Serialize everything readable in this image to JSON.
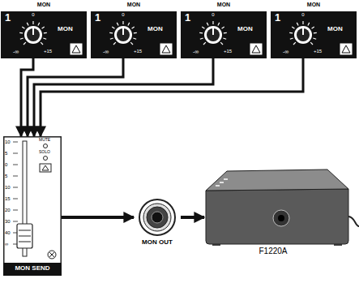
{
  "diagram": {
    "nodes": [
      {
        "text": [
          "MON",
          "1",
          "0",
          "-∞",
          "+15",
          "MON"
        ]
      },
      {
        "text": [
          "MON",
          "1",
          "0",
          "-∞",
          "+15",
          "MON"
        ]
      },
      {
        "text": [
          "MON",
          "1",
          "0",
          "-∞",
          "+15",
          "MON"
        ]
      },
      {
        "text": [
          "MON",
          "1",
          "0",
          "-∞",
          "+15",
          "MON"
        ]
      },
      {
        "text": [
          "10",
          "5",
          "0",
          "5",
          "10",
          "15",
          "20",
          "30",
          "40",
          "∞",
          "MUTE",
          "SOLO",
          "MON SEND"
        ]
      },
      {
        "text": [
          "MON OUT"
        ]
      },
      {
        "text": [
          "F1220A"
        ]
      }
    ],
    "edges": [
      {
        "from": 0,
        "to": 4,
        "arrow": "to"
      },
      {
        "from": 1,
        "to": 4,
        "arrow": "to"
      },
      {
        "from": 2,
        "to": 4,
        "arrow": "to"
      },
      {
        "from": 3,
        "to": 4,
        "arrow": "to"
      },
      {
        "from": 4,
        "to": 5,
        "arrow": "to"
      },
      {
        "from": 5,
        "to": 6,
        "arrow": "to"
      }
    ]
  }
}
